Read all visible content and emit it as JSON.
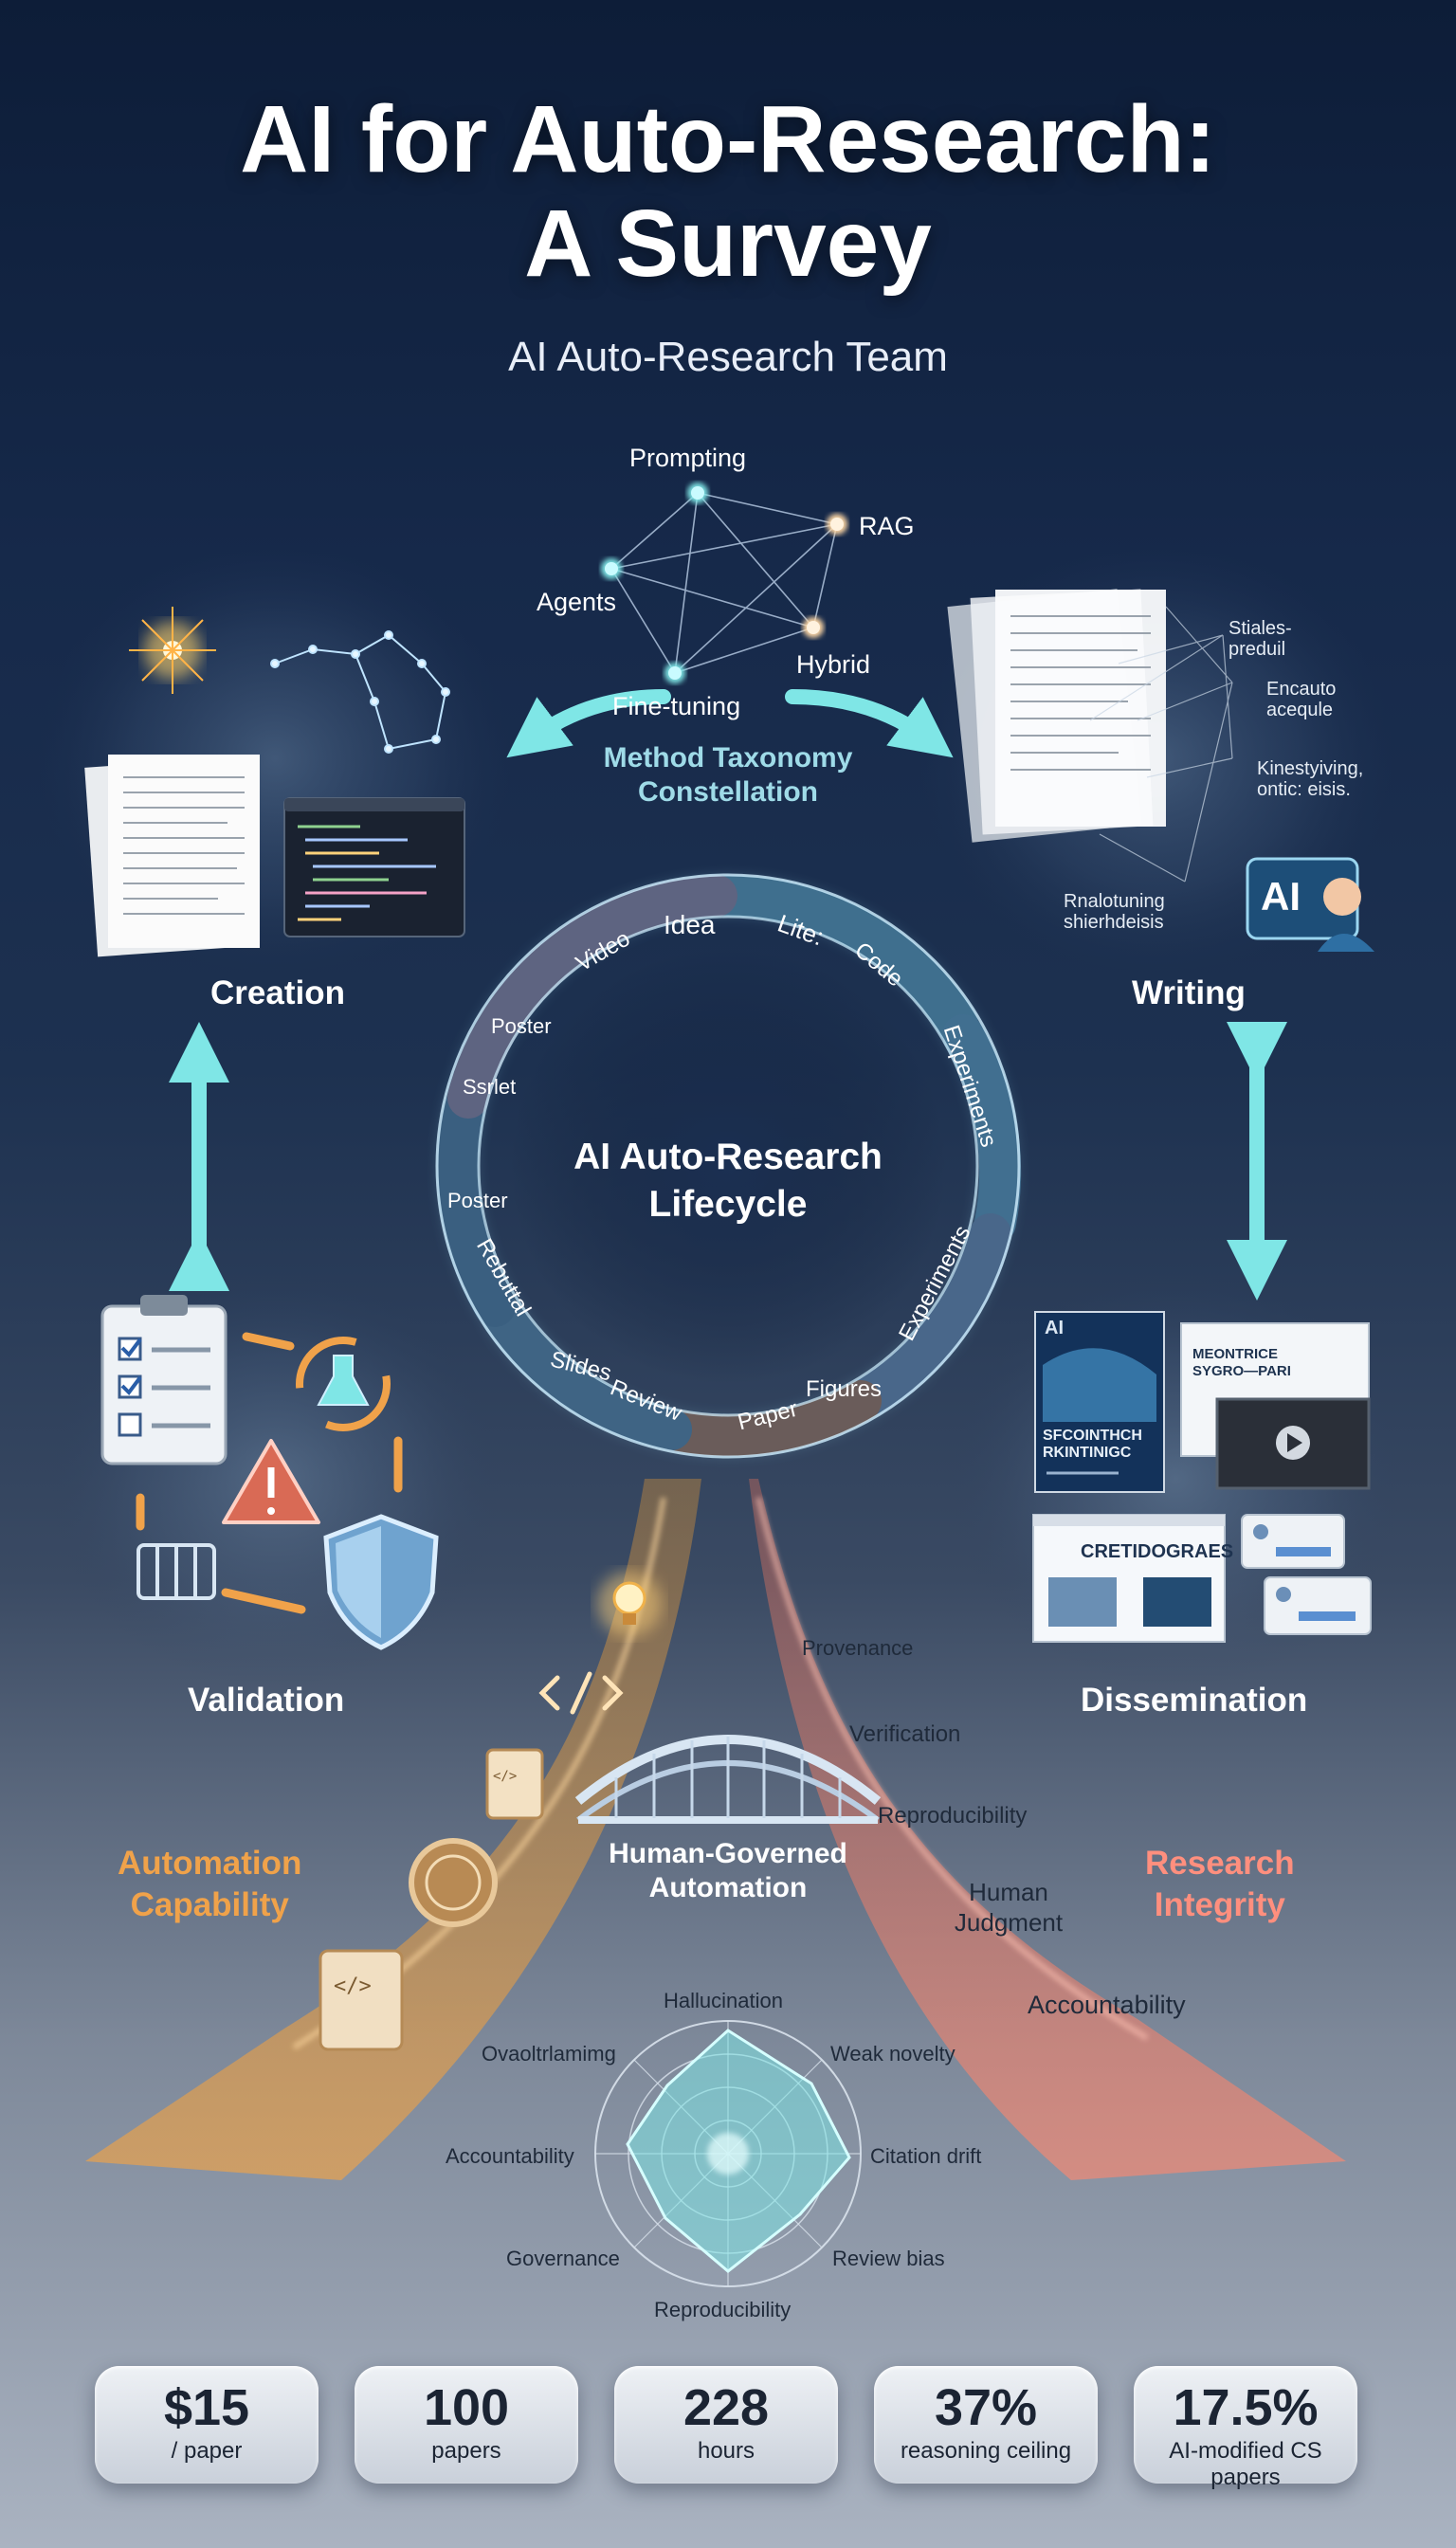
{
  "header": {
    "title_line1": "AI for Auto-Research:",
    "title_line2": "A Survey",
    "subtitle": "AI Auto-Research Team"
  },
  "taxonomy": {
    "label_line1": "Method Taxonomy",
    "label_line2": "Constellation",
    "nodes": [
      "Prompting",
      "RAG",
      "Agents",
      "Hybrid",
      "Fine-tuning"
    ]
  },
  "lifecycle": {
    "center_line1": "AI Auto-Research",
    "center_line2": "Lifecycle",
    "segments": [
      "Video",
      "Idea",
      "Lite:",
      "Code",
      "Poster",
      "Ssrlet",
      "Experiments",
      "Poster",
      "Rebuttal",
      "Experiments",
      "Slides",
      "Review",
      "Paper",
      "Figures"
    ]
  },
  "stages": {
    "creation": "Creation",
    "writing": "Writing",
    "validation": "Validation",
    "dissemination": "Dissemination"
  },
  "writing_notes": [
    "Stiales- preduil",
    "Encauto acequle",
    "Kinestyiving, ontic: eisis.",
    "Rnalotuning shierhdeisis"
  ],
  "writing_badge": "AI",
  "dissemination_cards": {
    "brand": "AI",
    "cover_title": "SFCOINTHCH RKINTINIGC",
    "slide_title": "MEONTRICE SYGRO—PARI",
    "page_title": "CRETIDOGRAES"
  },
  "paths": {
    "left_label_line1": "Automation",
    "left_label_line2": "Capability",
    "right_label_line1": "Research",
    "right_label_line2": "Integrity",
    "bridge_line1": "Human-Governed",
    "bridge_line2": "Automation",
    "integrity_items": [
      "Provenance",
      "Verification",
      "Reproducibility",
      "Human Judgment",
      "Accountability"
    ]
  },
  "radar": {
    "axes": [
      "Hallucination",
      "Weak novelty",
      "Citation drift",
      "Review bias",
      "Reproducibility",
      "Governance",
      "Accountability",
      "Ovaoltrlamimg"
    ]
  },
  "stats": [
    {
      "value": "$15",
      "caption": "/ paper"
    },
    {
      "value": "100",
      "caption": "papers"
    },
    {
      "value": "228",
      "caption": "hours"
    },
    {
      "value": "37%",
      "caption": "reasoning ceiling"
    },
    {
      "value": "17.5%",
      "caption": "AI-modified CS papers"
    }
  ],
  "colors": {
    "background_top": "#0d1d38",
    "cyan_accent": "#7fe6e6",
    "automation_orange": "#f0a24a",
    "integrity_red": "#ff8f7e",
    "taxonomy_label": "#9fdbe8"
  }
}
